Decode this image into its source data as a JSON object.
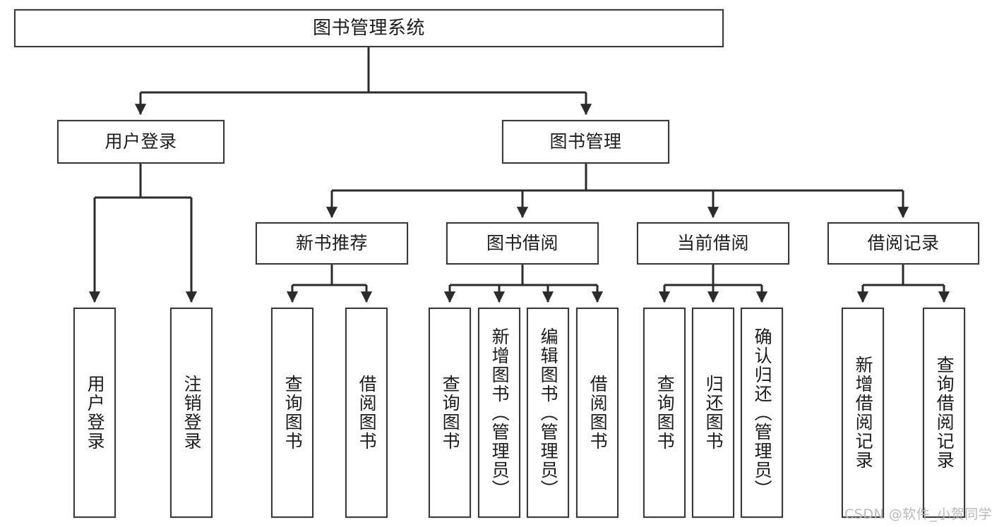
{
  "diagram": {
    "title": "图书管理系统",
    "type": "tree-hierarchy",
    "orientation": "top-down",
    "colors": {
      "box_border": "#3a3a3a",
      "box_fill": "#ffffff",
      "edge": "#2b2b2b",
      "text": "#1c1c1c",
      "watermark": "#b9b9b9"
    }
  },
  "nodes": {
    "root": {
      "label": "图书管理系统"
    },
    "level2": [
      {
        "id": "user-login",
        "label": "用户登录"
      },
      {
        "id": "book-manage",
        "label": "图书管理"
      }
    ],
    "level3": [
      {
        "id": "new-book-rec",
        "label": "新书推荐"
      },
      {
        "id": "book-borrow",
        "label": "图书借阅"
      },
      {
        "id": "current-borrow",
        "label": "当前借阅"
      },
      {
        "id": "borrow-record",
        "label": "借阅记录"
      }
    ],
    "leaves": {
      "user_login": [
        {
          "id": "leaf-user-login",
          "label": "用户登录"
        },
        {
          "id": "leaf-logout-login",
          "label": "注销登录"
        }
      ],
      "new_book_rec": [
        {
          "id": "leaf-query-book-1",
          "label": "查询图书"
        },
        {
          "id": "leaf-borrow-book-1",
          "label": "借阅图书"
        }
      ],
      "book_borrow": [
        {
          "id": "leaf-query-book-2",
          "label": "查询图书"
        },
        {
          "id": "leaf-add-book",
          "label": "新增图书（管理员）"
        },
        {
          "id": "leaf-edit-book",
          "label": "编辑图书（管理员）"
        },
        {
          "id": "leaf-borrow-book-2",
          "label": "借阅图书"
        }
      ],
      "current_borrow": [
        {
          "id": "leaf-query-book-3",
          "label": "查询图书"
        },
        {
          "id": "leaf-return-book",
          "label": "归还图书"
        },
        {
          "id": "leaf-confirm-return",
          "label": "确认归还（管理员）"
        }
      ],
      "borrow_record": [
        {
          "id": "leaf-add-record",
          "label": "新增借阅记录"
        },
        {
          "id": "leaf-query-record",
          "label": "查询借阅记录"
        }
      ]
    }
  },
  "watermark": {
    "text": "CSDN @软件_小贺同学"
  }
}
